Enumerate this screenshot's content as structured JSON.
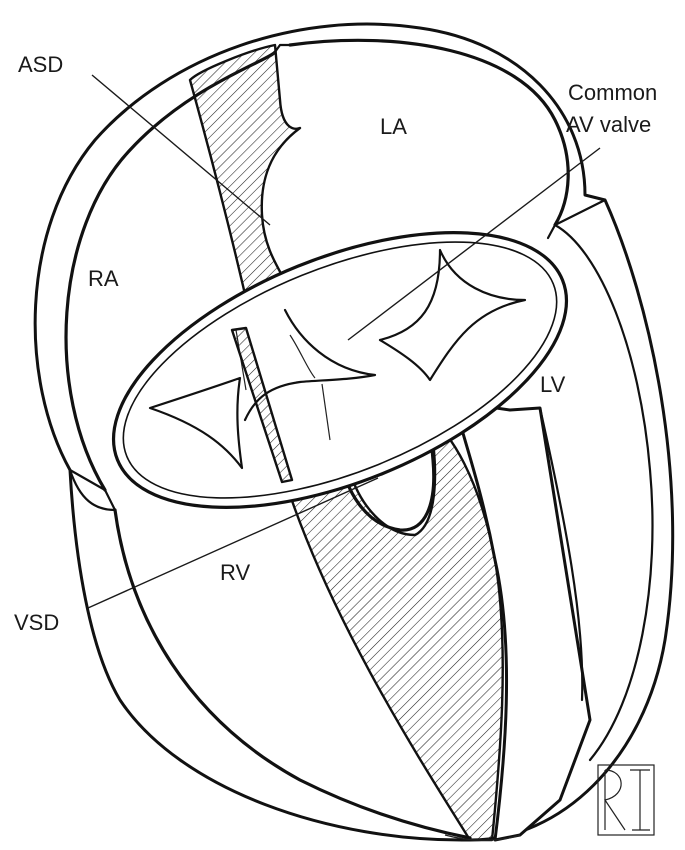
{
  "labels": {
    "asd": "ASD",
    "la": "LA",
    "common_av_valve_line1": "Common",
    "common_av_valve_line2": "AV valve",
    "ra": "RA",
    "lv": "LV",
    "rv": "RV",
    "vsd": "VSD"
  },
  "colors": {
    "stroke": "#111111",
    "background": "#ffffff"
  }
}
